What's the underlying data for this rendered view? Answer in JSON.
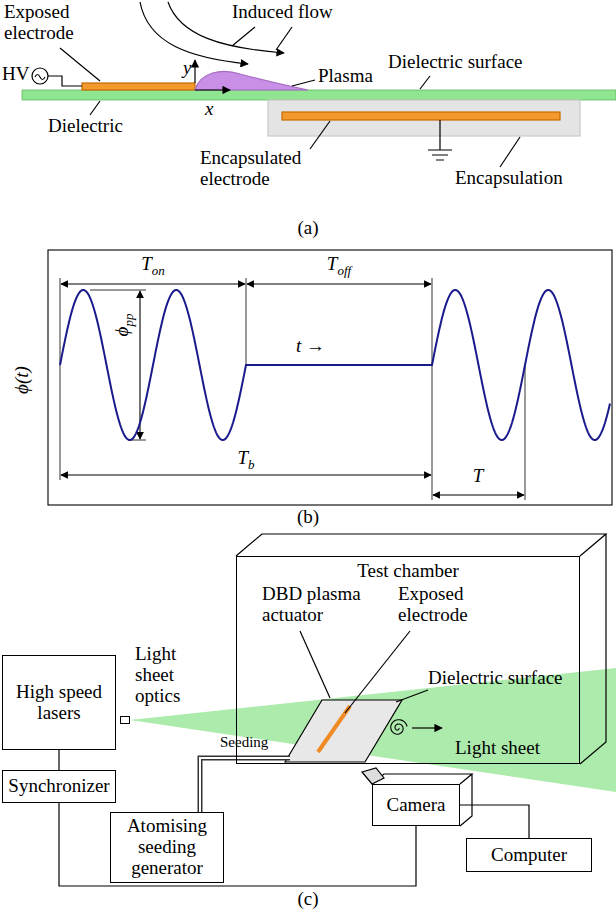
{
  "diagram": {
    "nodes": [
      {
        "text": [
          "Test chamber"
        ]
      },
      {
        "text": [
          "Light sheet optics"
        ]
      },
      {
        "text": [
          "High speed lasers"
        ]
      },
      {
        "text": [
          "Synchronizer"
        ]
      },
      {
        "text": [
          "Atomising seeding generator"
        ]
      },
      {
        "text": [
          "Camera"
        ]
      },
      {
        "text": [
          "Computer"
        ]
      }
    ],
    "edges": [
      {
        "from": 2,
        "to": 3,
        "arrow": "none"
      },
      {
        "from": 3,
        "to": 5,
        "arrow": "none"
      },
      {
        "from": 5,
        "to": 6,
        "arrow": "none"
      },
      {
        "from": 4,
        "to": 0,
        "arrow": "none"
      }
    ],
    "labels": [
      "Exposed electrode",
      "Induced flow",
      "HV",
      "y",
      "x",
      "Plasma",
      "Dielectric surface",
      "Dielectric",
      "Encapsulated electrode",
      "Encapsulation",
      "(a)",
      "ϕ(t)",
      "T",
      "on",
      "T",
      "off",
      "ϕ",
      "pp",
      "t →",
      "T",
      "b",
      "T",
      "(b)",
      "DBD plasma actuator",
      "Exposed electrode",
      "Dielectric surface",
      "Seeding",
      "Light sheet",
      "(c)"
    ]
  }
}
